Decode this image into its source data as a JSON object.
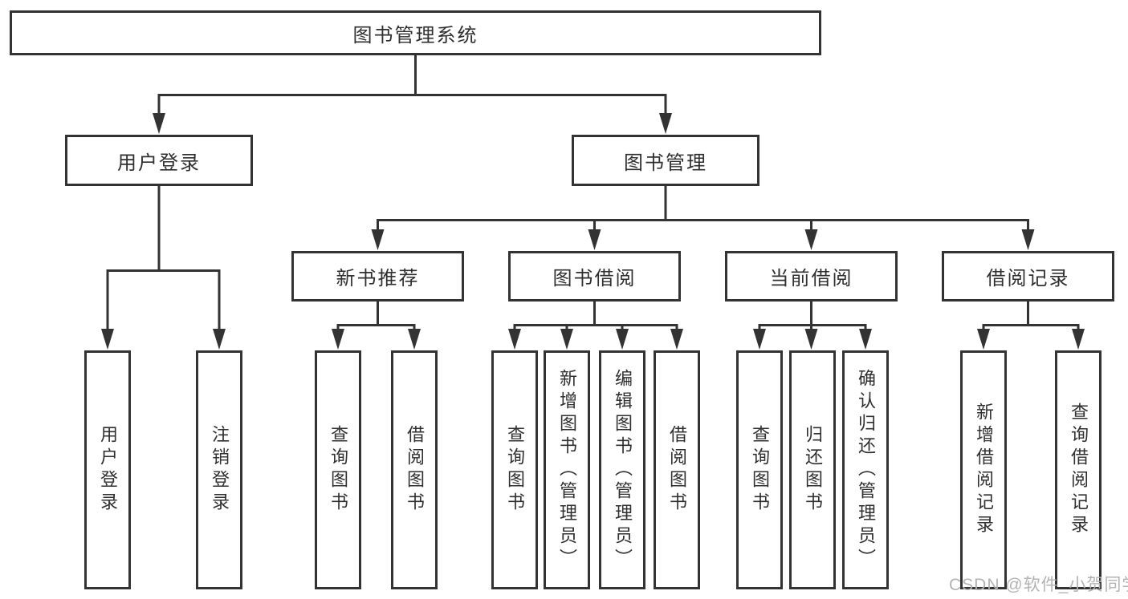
{
  "diagram": {
    "root": {
      "label": "图书管理系统"
    },
    "level2": [
      {
        "label": "用户登录"
      },
      {
        "label": "图书管理"
      }
    ],
    "level3": [
      {
        "label": "新书推荐"
      },
      {
        "label": "图书借阅"
      },
      {
        "label": "当前借阅"
      },
      {
        "label": "借阅记录"
      }
    ],
    "leaves": [
      {
        "label": "用户登录"
      },
      {
        "label": "注销登录"
      },
      {
        "label": "查询图书"
      },
      {
        "label": "借阅图书"
      },
      {
        "label": "查询图书"
      },
      {
        "label": "新增图书（管理员）"
      },
      {
        "label": "编辑图书（管理员）"
      },
      {
        "label": "借阅图书"
      },
      {
        "label": "查询图书"
      },
      {
        "label": "归还图书"
      },
      {
        "label": "确认归还（管理员）"
      },
      {
        "label": "新增借阅记录"
      },
      {
        "label": "查询借阅记录"
      }
    ]
  },
  "watermark": "CSDN @软件_小贺同学",
  "colors": {
    "line": "#333333",
    "text": "#2f2f2f",
    "watermark": "#b3b3b3"
  }
}
